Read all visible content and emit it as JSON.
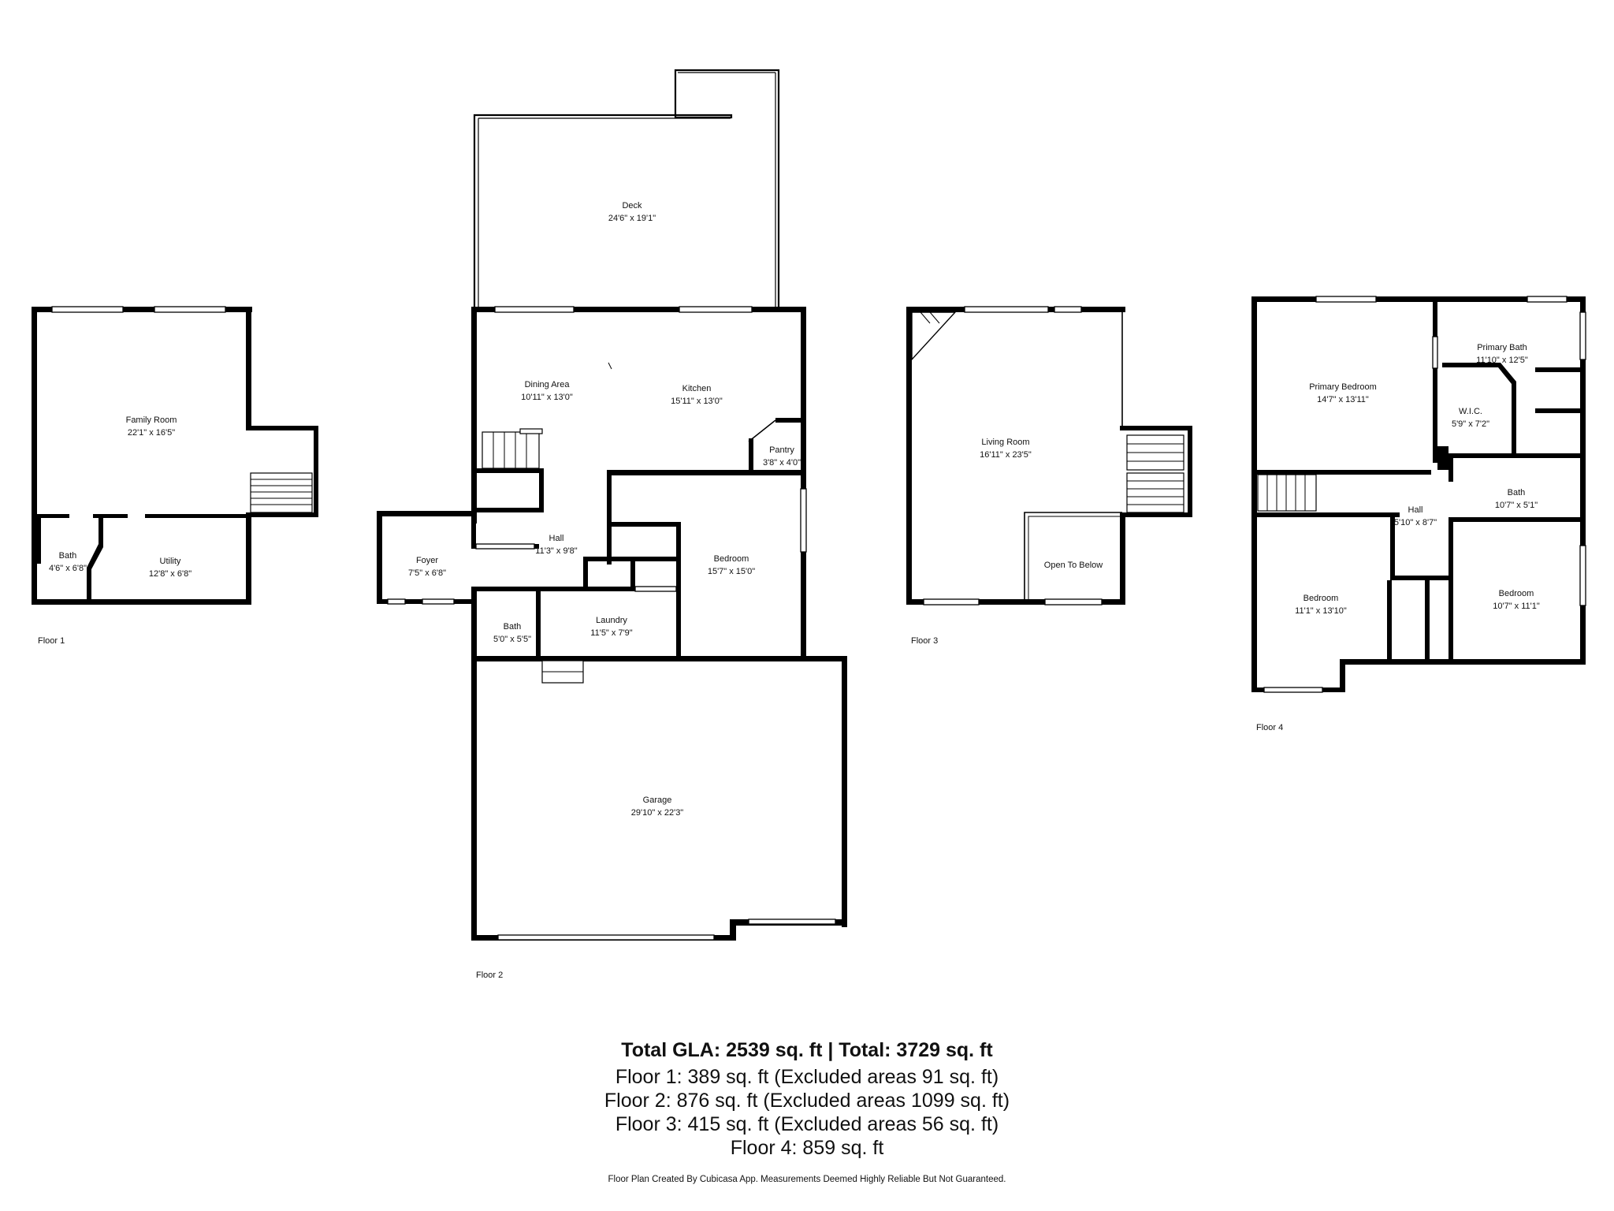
{
  "floors": [
    {
      "label": "Floor 1",
      "rooms": [
        {
          "name": "Family Room",
          "dims": "22'1\" x 16'5\""
        },
        {
          "name": "Bath",
          "dims": "4'6\" x 6'8\""
        },
        {
          "name": "Utility",
          "dims": "12'8\" x 6'8\""
        }
      ]
    },
    {
      "label": "Floor 2",
      "rooms": [
        {
          "name": "Deck",
          "dims": "24'6\" x 19'1\""
        },
        {
          "name": "Dining Area",
          "dims": "10'11\" x 13'0\""
        },
        {
          "name": "Kitchen",
          "dims": "15'11\" x 13'0\""
        },
        {
          "name": "Pantry",
          "dims": "3'8\" x 4'0\""
        },
        {
          "name": "Foyer",
          "dims": "7'5\" x 6'8\""
        },
        {
          "name": "Hall",
          "dims": "11'3\" x 9'8\""
        },
        {
          "name": "Bedroom",
          "dims": "15'7\" x 15'0\""
        },
        {
          "name": "Bath",
          "dims": "5'0\" x 5'5\""
        },
        {
          "name": "Laundry",
          "dims": "11'5\" x 7'9\""
        },
        {
          "name": "Garage",
          "dims": "29'10\" x 22'3\""
        }
      ]
    },
    {
      "label": "Floor 3",
      "rooms": [
        {
          "name": "Living Room",
          "dims": "16'11\" x 23'5\""
        },
        {
          "name": "Open To Below",
          "dims": ""
        }
      ]
    },
    {
      "label": "Floor 4",
      "rooms": [
        {
          "name": "Primary Bedroom",
          "dims": "14'7\" x 13'11\""
        },
        {
          "name": "Primary Bath",
          "dims": "11'10\" x 12'5\""
        },
        {
          "name": "W.I.C.",
          "dims": "5'9\" x 7'2\""
        },
        {
          "name": "Bath",
          "dims": "10'7\" x 5'1\""
        },
        {
          "name": "Hall",
          "dims": "5'10\" x 8'7\""
        },
        {
          "name": "Bedroom",
          "dims": "11'1\" x 13'10\""
        },
        {
          "name": "Bedroom",
          "dims": "10'7\" x 11'1\""
        }
      ]
    }
  ],
  "summary": {
    "total": "Total GLA: 2539 sq. ft | Total: 3729 sq. ft",
    "lines": [
      "Floor 1: 389 sq. ft (Excluded areas 91 sq. ft)",
      "Floor 2: 876 sq. ft (Excluded areas 1099 sq. ft)",
      "Floor 3: 415 sq. ft (Excluded areas 56 sq. ft)",
      "Floor 4: 859 sq. ft"
    ]
  },
  "footer": "Floor Plan Created By Cubicasa App. Measurements Deemed Highly Reliable But Not Guaranteed."
}
